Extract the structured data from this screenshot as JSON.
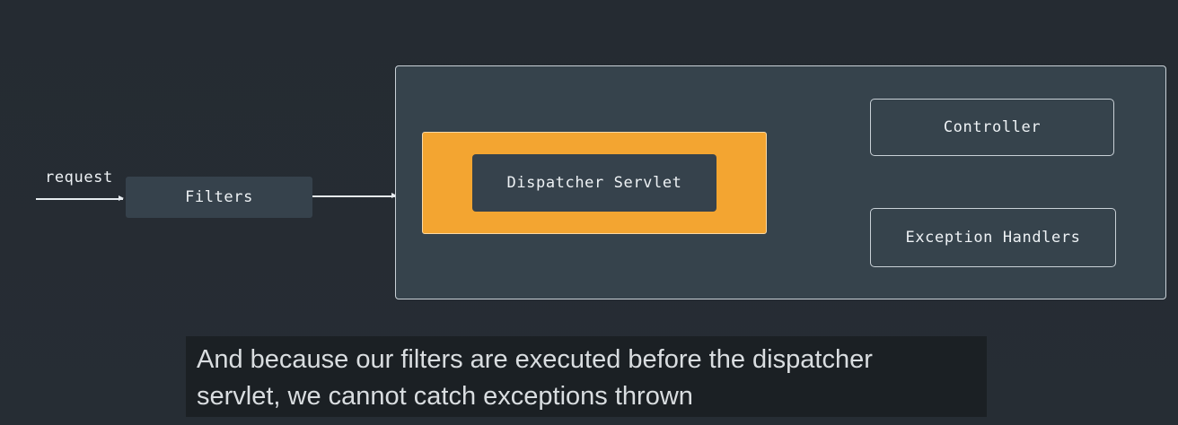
{
  "diagram": {
    "request_label": "request",
    "filters_label": "Filters",
    "dispatcher_servlet_label": "Dispatcher Servlet",
    "controller_label": "Controller",
    "exception_handlers_label": "Exception Handlers",
    "colors": {
      "background": "#252b32",
      "box_fill": "#36434c",
      "dispatcher_highlight": "#f3a531",
      "text": "#eef2f5"
    }
  },
  "caption": {
    "line1": "And because our filters are executed before the dispatcher",
    "line2": "servlet, we cannot catch exceptions thrown"
  }
}
